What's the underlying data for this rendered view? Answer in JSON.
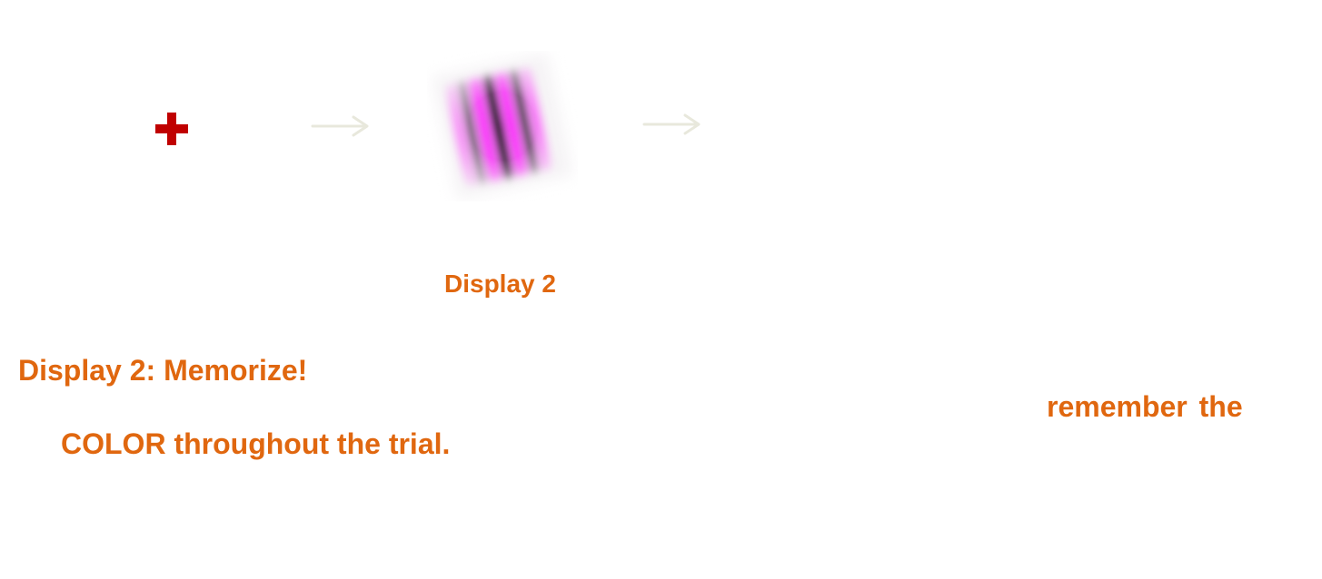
{
  "colors": {
    "fixation": "#c00000",
    "arrow": "#e8e8dc",
    "text": "#e0670f",
    "stimulus_stripe_accent": "#ff00ff",
    "stimulus_stripe_dark": "#000000"
  },
  "stimulus": {
    "type": "gabor-patch",
    "stripe_colors": [
      "magenta",
      "black"
    ]
  },
  "display_label": "Display 2",
  "instructions": {
    "title": "Display 2: Memorize!",
    "line_right": "remember the",
    "line_left": "COLOR throughout the trial."
  },
  "icons": {
    "fixation": "fixation-cross-icon",
    "arrow": "right-arrow-icon"
  }
}
